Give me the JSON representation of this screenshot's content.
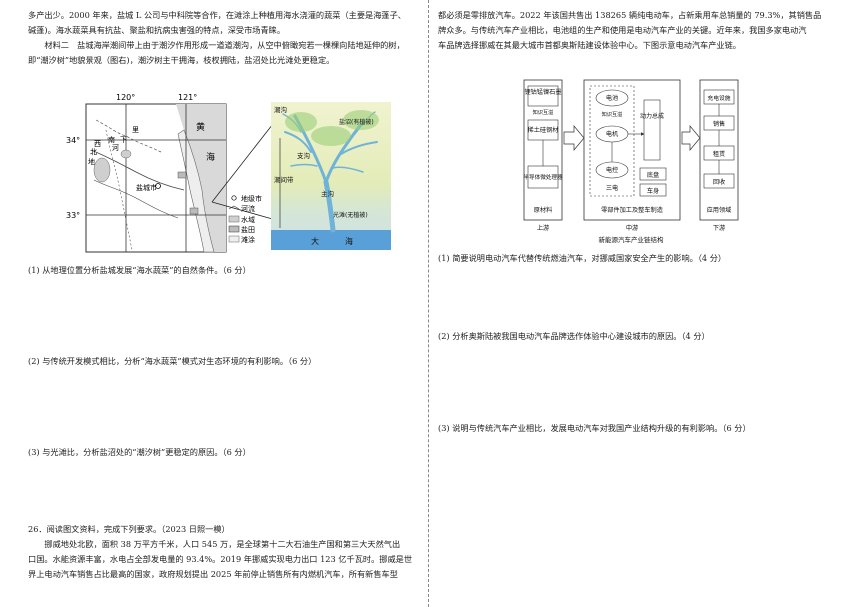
{
  "left": {
    "p1_line1": "多产出少。2000 年来，盐城 L 公司与中科院等合作，在滩涂上种植用海水浇灌的蔬菜（主要是海蓬子、",
    "p1_line2": "碱蓬)。海水蔬菜具有抗盐、聚盐和抗病虫害强的特点，深受市场青睐。",
    "m2_line1": "　　材料二　盐城海岸潮间带上由于潮汐作用形成一道道潮沟，从空中俯瞰宛若一棵棵向陆地延伸的树，",
    "m2_line2": "即“潮汐树”地貌景观（图右)，潮汐树主干拥海，枝杈拥陆，盐沼处比光滩处更稳定。",
    "map": {
      "lon1": "120°",
      "lon2": "121°",
      "lat1": "34°",
      "lat2": "33°",
      "place_huang": "黄",
      "place_hai": "海",
      "place_yancheng": "盐城市",
      "place_li": "里",
      "place_nan": "南",
      "place_xia": "下",
      "place_he": "河",
      "place_bei": "北",
      "place_xi": "西",
      "place_di": "地",
      "legend": [
        "地级市",
        "河流",
        "水域",
        "盐田",
        "滩涂"
      ]
    },
    "tide": {
      "chaogou": "潮沟",
      "yanzhao": "盐沼(有植被)",
      "zhigou": "支沟",
      "chaojiandai": "潮间带",
      "zhugou": "主沟",
      "guangtan": "光滩(无植被)",
      "da": "大",
      "hai": "海"
    },
    "q1": "(1) 从地理位置分析盐城发展“海水蔬菜”的自然条件。（6 分）",
    "q2": "(2) 与传统开发模式相比，分析“海水蔬菜”模式对生态环境的有利影响。（6 分）",
    "q3": "(3) 与光滩比，分析盐沼处的“潮汐树”更稳定的原因。（6 分）",
    "q26": "26．阅读图文资料，完成下列要求。（2023 日照一模）",
    "p26_line1": "　　挪威地处北欧，面积 38 万平方千米，人口 545 万，是全球第十二大石油生产国和第三大天然气出",
    "p26_line2": "口国。水能资源丰富，水电占全部发电量的 93.4%。2019 年挪威实现电力出口 123 亿千瓦时。挪威是世",
    "p26_line3": "界上电动汽车销售占比最高的国家，政府规划提出 2025 年前停止销售所有内燃机汽车，所有新售车型"
  },
  "right": {
    "p_line1": "都必须是零排放汽车。2022 年该国共售出 138265 辆纯电动车，占新乘用车总销量的 79.3%，其销售品",
    "p_line2": "牌众多。与传统汽车产业相比，电池组的生产和使用是电动汽车产业的关键。近年来，我国多家电动汽",
    "p_line3": "车品牌选择挪威在其最大城市首都奥斯陆建设体验中心。下图示意电动汽车产业链。",
    "chain": {
      "raw1": "锂钴锰镍石墨",
      "knowledge1": "知识互溢",
      "raw2": "稀土硅钢材",
      "raw3": "半导体微处理器",
      "raw_label": "原材料",
      "up": "上游",
      "battery": "电池",
      "knowledge2": "知识互溢",
      "motor": "电机",
      "control": "电控",
      "three": "三电",
      "power": "动力总成",
      "chassis": "底盘",
      "body": "车身",
      "mid_label": "零部件加工及整车制造",
      "mid": "中游",
      "charge": "充电设施",
      "sales": "销售",
      "lease": "租赁",
      "recycle": "回收",
      "app_label": "应用领域",
      "down": "下游",
      "caption": "新能源汽车产业链结构"
    },
    "q1": "(1) 简要说明电动汽车代替传统燃油汽车，对挪威国家安全产生的影响。（4 分）",
    "q2": "(2) 分析奥斯陆被我国电动汽车品牌选作体验中心建设城市的原因。（4 分）",
    "q3": "(3) 说明与传统汽车产业相比，发展电动汽车对我国产业结构升级的有利影响。（6 分）"
  }
}
